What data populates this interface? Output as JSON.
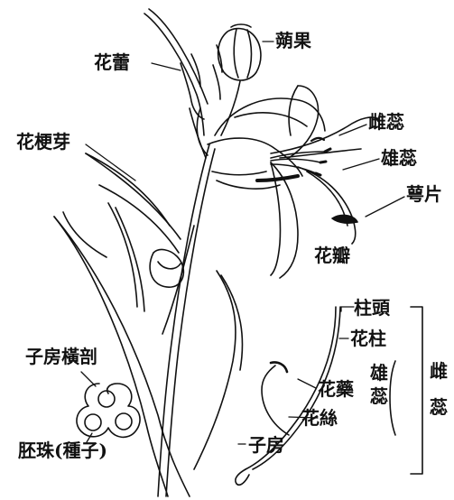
{
  "colors": {
    "ink": "#111111",
    "paper": "#ffffff"
  },
  "labels": {
    "flower_bud": "花蕾",
    "capsule": "蒴果",
    "pedicel_bud": "花梗芽",
    "pistil": "雌蕊",
    "stamen": "雄蕊",
    "sepal": "萼片",
    "petal": "花瓣",
    "stigma": "柱頭",
    "style": "花柱",
    "anther": "花藥",
    "filament": "花絲",
    "ovary": "子房",
    "ovary_cross_section": "子房橫剖",
    "ovule": "胚珠(種子)",
    "bracket_stamen": [
      "雄",
      "蕊"
    ],
    "bracket_pistil": [
      "雌",
      "蕊"
    ]
  }
}
